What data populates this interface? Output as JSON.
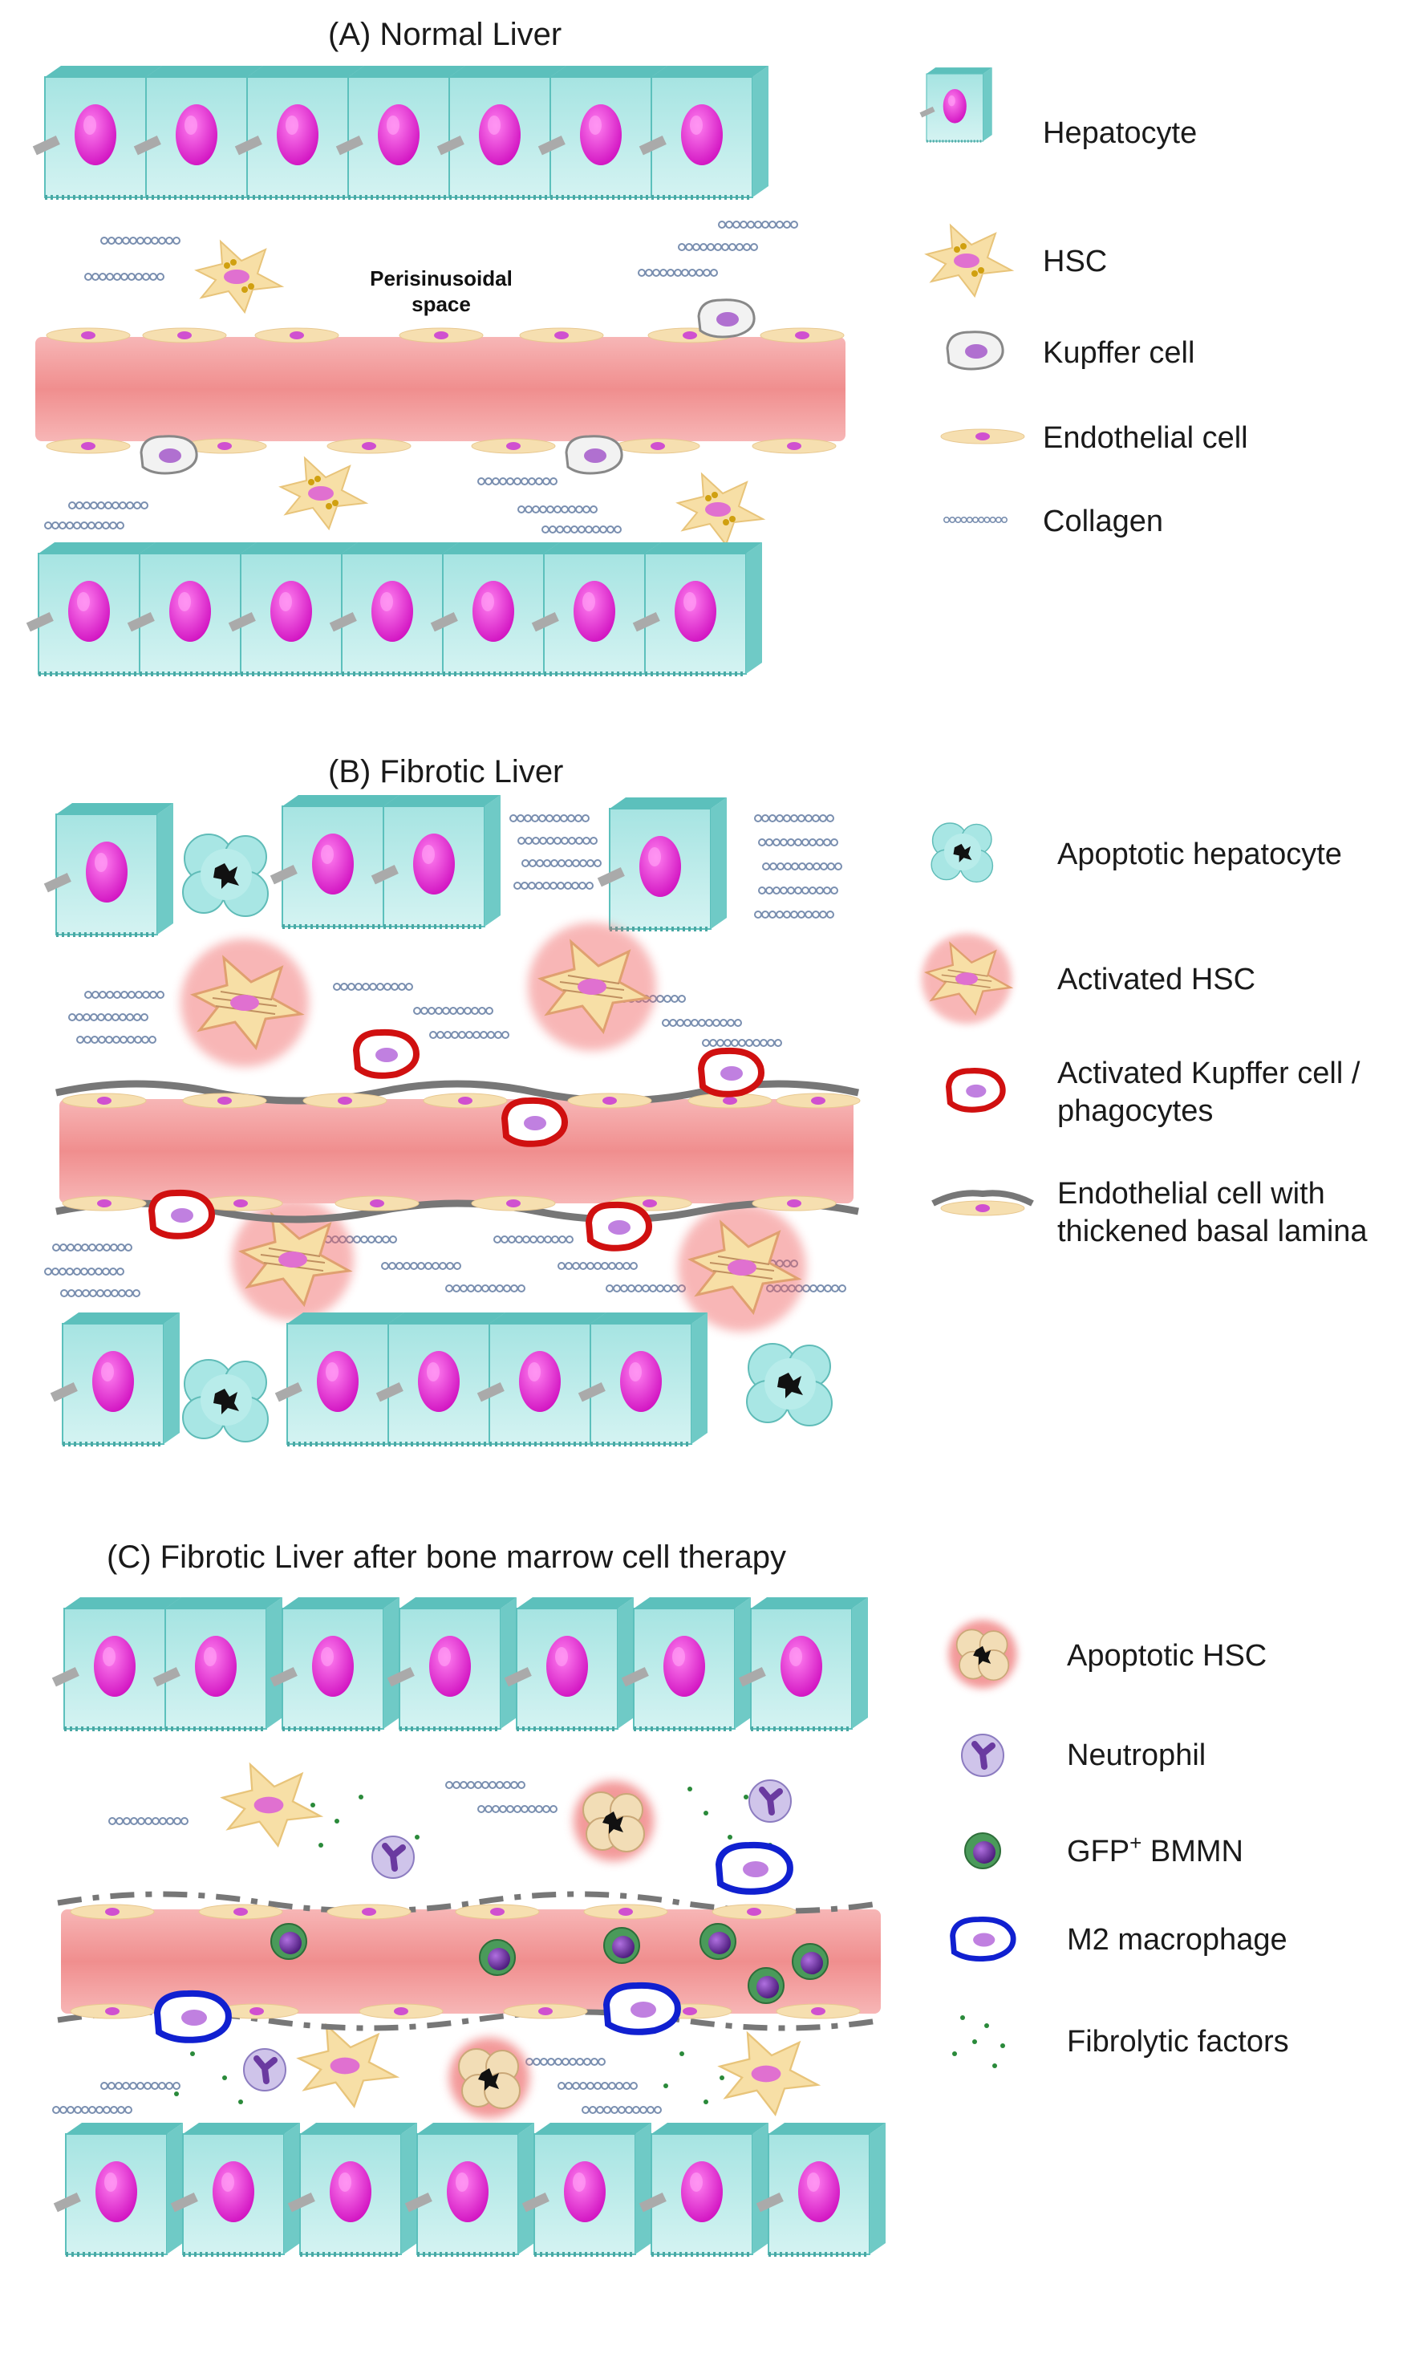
{
  "panels": {
    "a": {
      "title": "(A) Normal Liver",
      "annotation_line1": "Perisinusoidal",
      "annotation_line2": "space"
    },
    "b": {
      "title": "(B) Fibrotic Liver"
    },
    "c": {
      "title": "(C) Fibrotic Liver after bone marrow cell therapy"
    }
  },
  "legend": {
    "a": [
      {
        "icon": "hepatocyte-icon",
        "label": "Hepatocyte"
      },
      {
        "icon": "hsc-icon",
        "label": "HSC"
      },
      {
        "icon": "kupffer-cell-icon",
        "label": "Kupffer cell"
      },
      {
        "icon": "endothelial-cell-icon",
        "label": "Endothelial cell"
      },
      {
        "icon": "collagen-icon",
        "label": "Collagen"
      }
    ],
    "b": [
      {
        "icon": "apoptotic-hepatocyte-icon",
        "label": "Apoptotic hepatocyte"
      },
      {
        "icon": "activated-hsc-icon",
        "label": "Activated HSC"
      },
      {
        "icon": "activated-kupffer-cell-icon",
        "label": "Activated Kupffer cell /",
        "label2": "phagocytes"
      },
      {
        "icon": "thickened-endothelial-cell-icon",
        "label": "Endothelial cell with",
        "label2": "thickened basal lamina"
      }
    ],
    "c": [
      {
        "icon": "apoptotic-hsc-icon",
        "label": "Apoptotic HSC"
      },
      {
        "icon": "neutrophil-icon",
        "label": "Neutrophil"
      },
      {
        "icon": "gfp-bmmn-icon",
        "label": "GFP",
        "sup": "+",
        "label_after": " BMMN"
      },
      {
        "icon": "m2-macrophage-icon",
        "label": "M2 macrophage"
      },
      {
        "icon": "fibrolytic-factors-icon",
        "label": "Fibrolytic factors"
      }
    ]
  },
  "colors": {
    "hepatocyte": "#8fd8d6",
    "nucleus": "#e020d0",
    "vessel": "#f4a0a0",
    "hsc": "#f5d89a",
    "kupffer_ring": "#d01010",
    "m2_ring": "#1020d0",
    "neutrophil": "#b8a8e0",
    "bmmn": "#3a8a4a",
    "fibrolytic": "#2a8a3a"
  }
}
